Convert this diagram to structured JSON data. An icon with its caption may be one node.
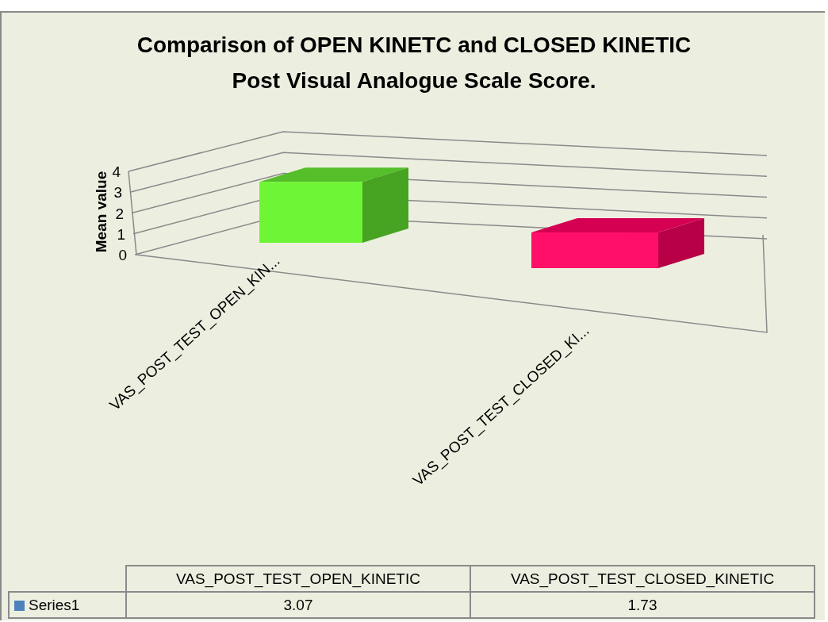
{
  "diagram": {
    "title": "Comparison of OPEN KINETC and CLOSED KINETIC Post Visual Analogue Scale Score.",
    "labels": [
      "Mean value",
      "4",
      "3",
      "2",
      "1",
      "0",
      "VAS_POST_TEST_OPEN_KIN...",
      "VAS_POST_TEST_CLOSED_KI...",
      "VAS_POST_TEST_OPEN_KINETIC",
      "VAS_POST_TEST_CLOSED_KINETIC",
      "3.07",
      "1.73"
    ],
    "legend": [
      {
        "text": "Series1",
        "color": "#4f81bd"
      }
    ]
  }
}
